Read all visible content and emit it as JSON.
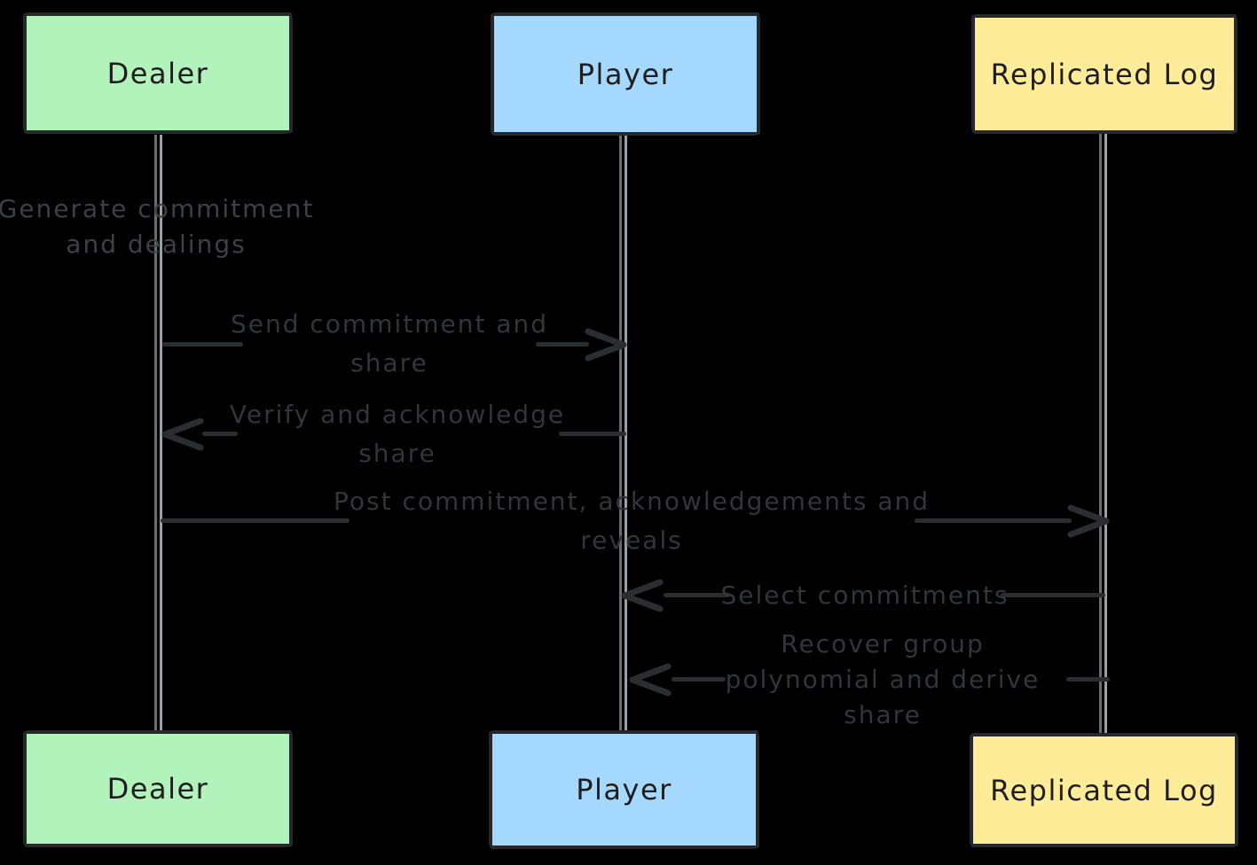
{
  "diagram": {
    "type": "sequence-diagram",
    "background": "#000000",
    "actors": [
      {
        "label": "Dealer",
        "fill": "#b2f2bb"
      },
      {
        "label": "Player",
        "fill": "#a5d8ff"
      },
      {
        "label": "Replicated Log",
        "fill": "#ffec99"
      }
    ],
    "note": {
      "actor": "Dealer",
      "label": "Generate commitment\nand dealings"
    },
    "messages": [
      {
        "from": "Dealer",
        "to": "Player",
        "direction": "right",
        "label": "Send commitment and\nshare"
      },
      {
        "from": "Player",
        "to": "Dealer",
        "direction": "left",
        "label": "Verify and acknowledge\nshare"
      },
      {
        "from": "Dealer",
        "to": "Replicated Log",
        "direction": "right",
        "label": "Post commitment, acknowledgements and\nreveals"
      },
      {
        "from": "Replicated Log",
        "to": "Player",
        "direction": "left",
        "label": "Select commitments"
      },
      {
        "from": "Replicated Log",
        "to": "Player",
        "direction": "left",
        "label": "Recover group\npolynomial and derive\nshare"
      }
    ],
    "colors": {
      "background": "#000000",
      "actor_green": "#b2f2bb",
      "actor_blue": "#a5d8ff",
      "actor_yellow": "#ffec99",
      "box_border": "#26282b",
      "box_text": "#1e1e1e",
      "message_stroke": "#2b2e31",
      "message_text": "#31363b",
      "lifeline": "#9aa0a4"
    }
  }
}
